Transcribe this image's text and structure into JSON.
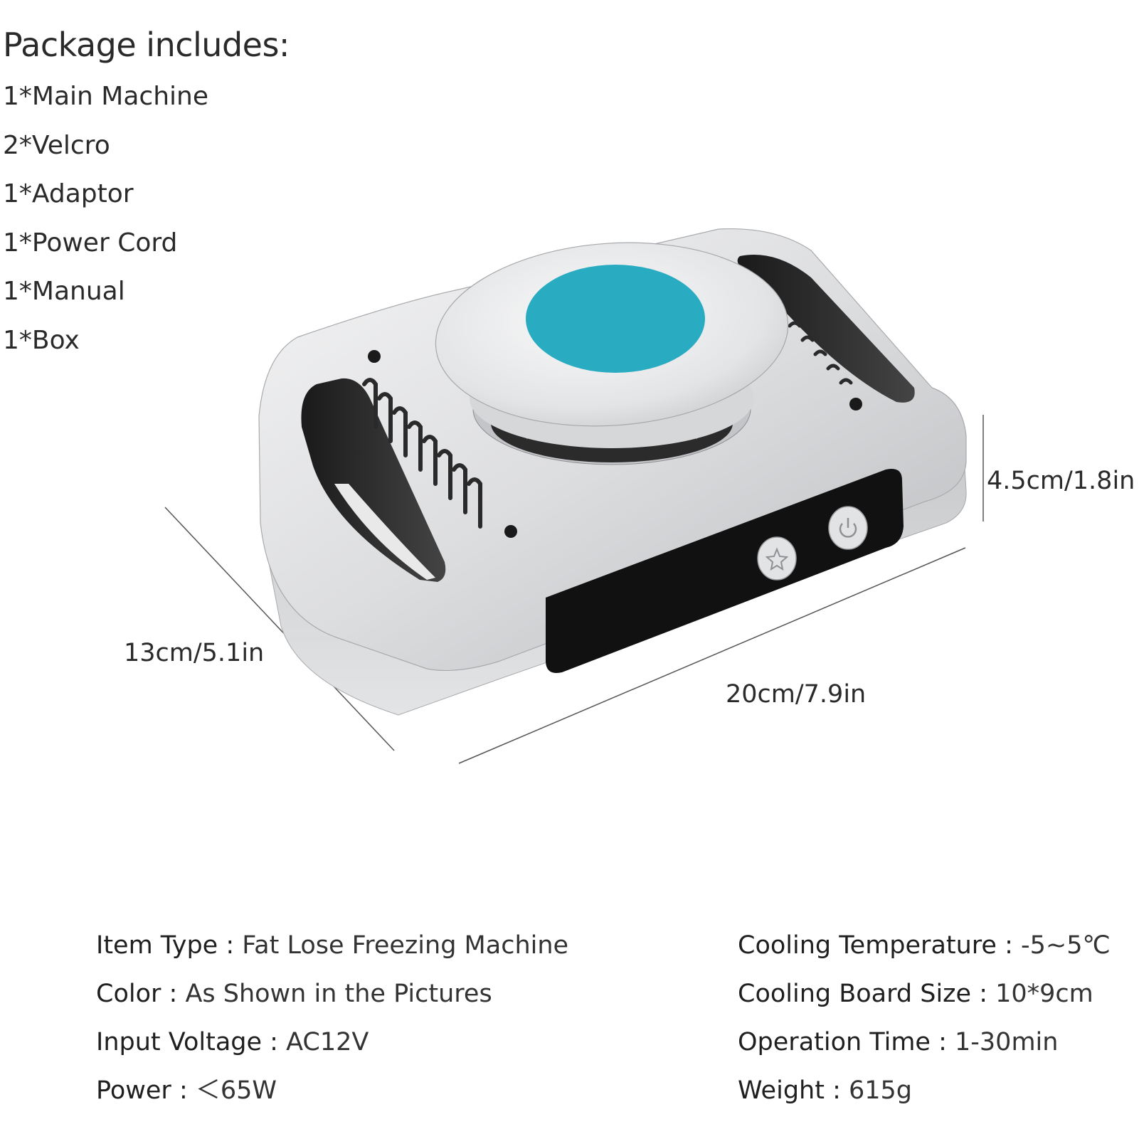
{
  "package": {
    "title": "Package includes:",
    "items": [
      "1*Main Machine",
      "2*Velcro",
      "1*Adaptor",
      "1*Power Cord",
      "1*Manual",
      "1*Box"
    ]
  },
  "dimensions": {
    "length": "13cm/5.1in",
    "width": "20cm/7.9in",
    "height": "4.5cm/1.8in"
  },
  "specs_left": [
    {
      "key": "Item Type",
      "sep": " : ",
      "value": "Fat Lose Freezing Machine"
    },
    {
      "key": "Color",
      "sep": " : ",
      "value": "As Shown in the Pictures"
    },
    {
      "key": "Input Voltage",
      "sep": " : ",
      "value": "AC12V"
    },
    {
      "key": "Power",
      "sep": " : ",
      "value": "＜65W"
    }
  ],
  "specs_right": [
    {
      "key": "Cooling Temperature",
      "sep": " : ",
      "value": "-5~5℃"
    },
    {
      "key": "Cooling Board Size",
      "sep": " : ",
      "value": "10*9cm"
    },
    {
      "key": "Operation Time",
      "sep": " : ",
      "value": "1-30min"
    },
    {
      "key": "Weight",
      "sep": " : ",
      "value": "615g"
    }
  ],
  "colors": {
    "cooling_pad": "#29acc1",
    "body_silver": "#d9dadc",
    "panel_black": "#111111"
  },
  "icons": {
    "button_1": "star-icon",
    "button_2": "power-icon"
  }
}
